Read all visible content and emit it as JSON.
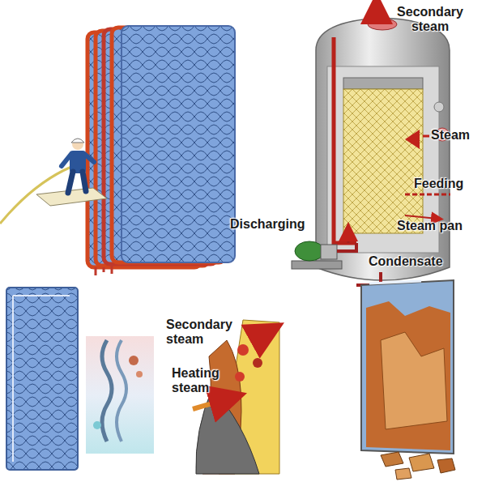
{
  "diagram": {
    "labels": [
      "Secondary steam",
      "Steam",
      "Feeding",
      "Discharging",
      "Steam pan",
      "Condensate",
      "Secondary steam",
      "Heating steam"
    ]
  }
}
